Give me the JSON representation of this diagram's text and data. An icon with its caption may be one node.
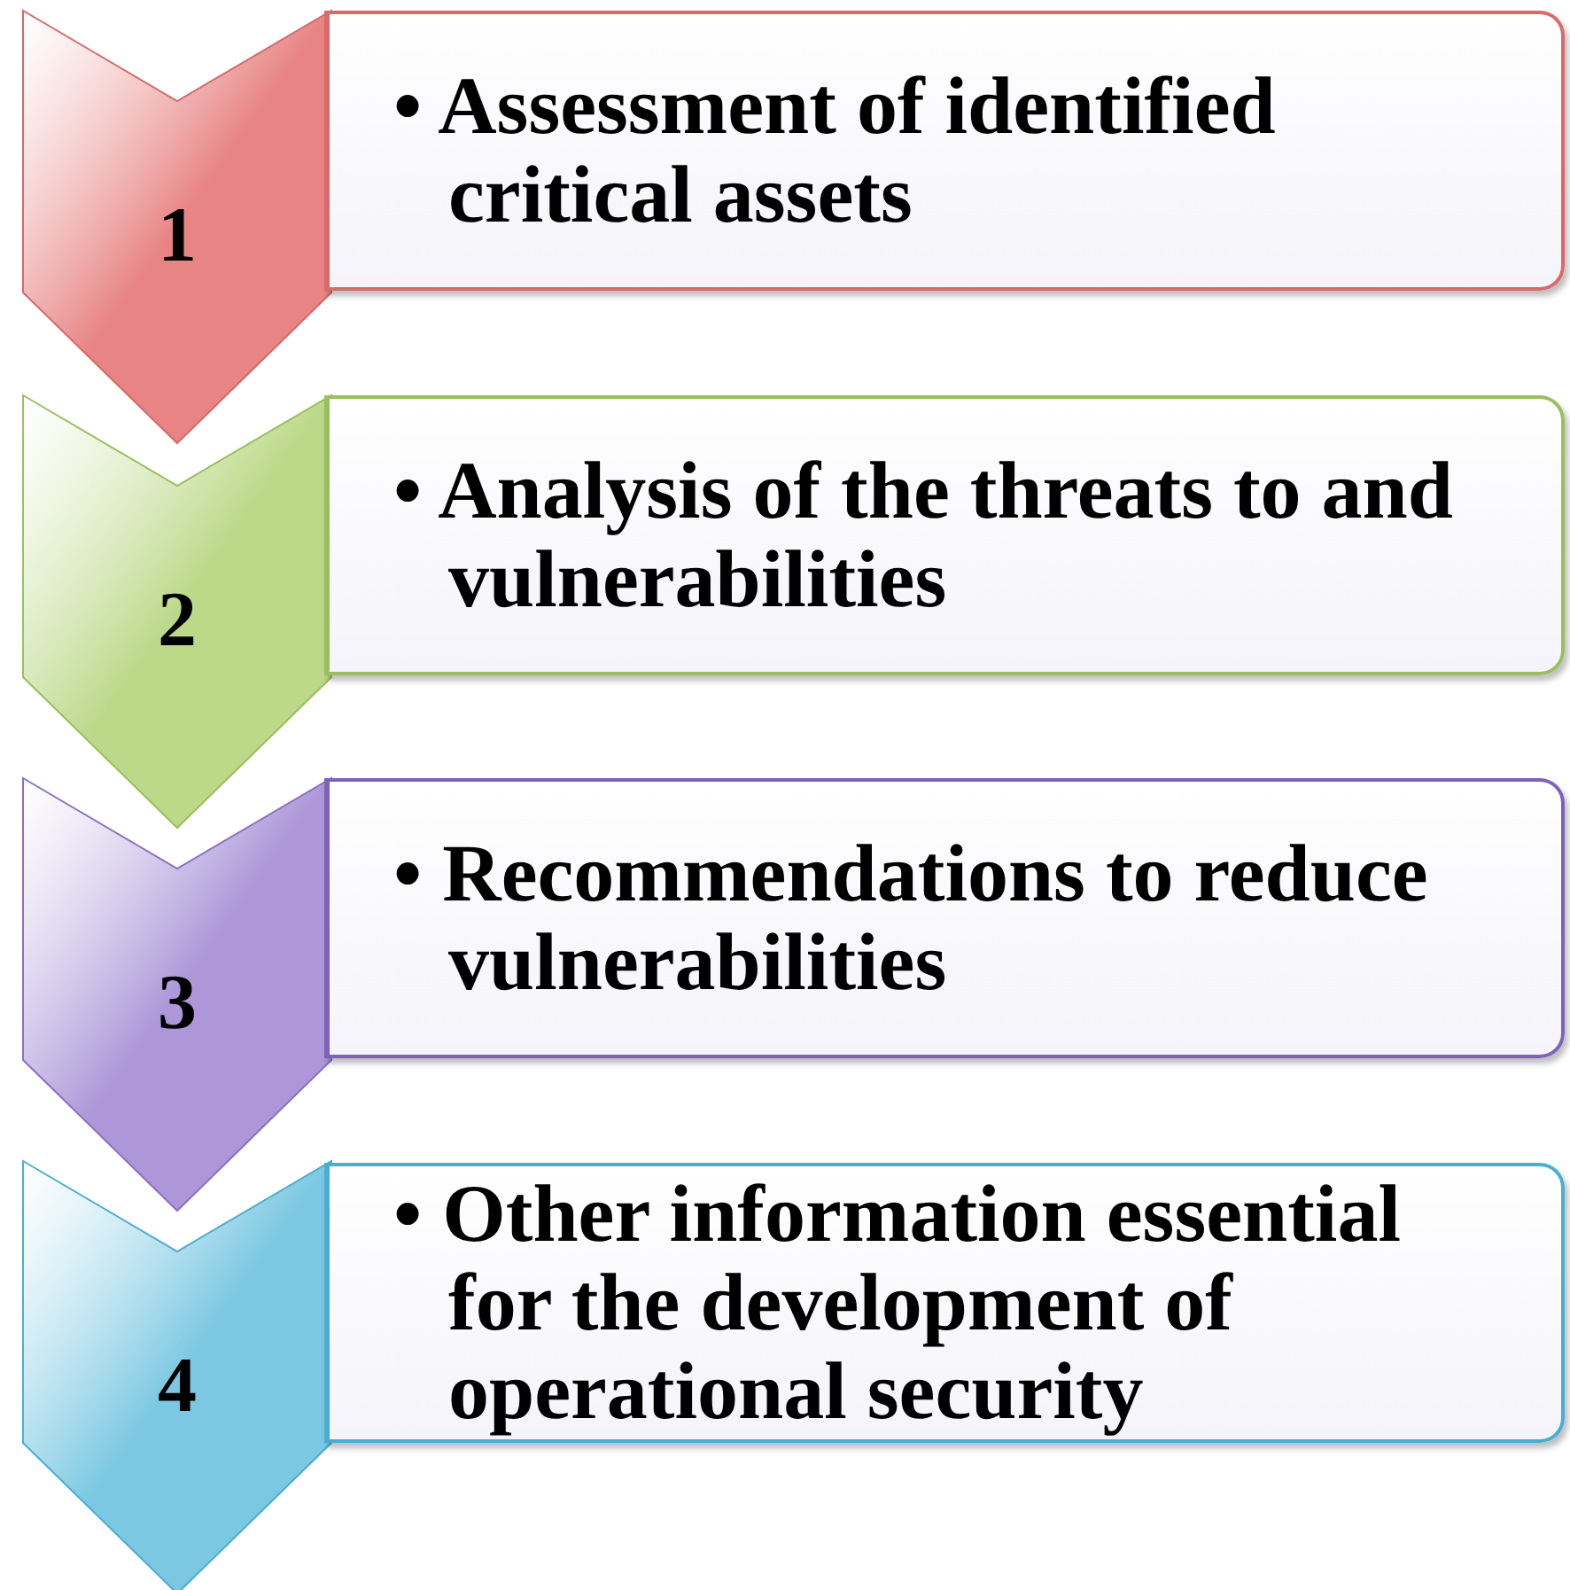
{
  "diagram": {
    "nodes": [
      {
        "text": [
          "1"
        ]
      },
      {
        "text": [
          "• Assessment of identified critical assets"
        ]
      },
      {
        "text": [
          "2"
        ]
      },
      {
        "text": [
          "• Analysis of the threats to and vulnerabilities"
        ]
      },
      {
        "text": [
          "3"
        ]
      },
      {
        "text": [
          "• Recommendations to reduce vulnerabilities"
        ]
      },
      {
        "text": [
          "4"
        ]
      },
      {
        "text": [
          "• Other information essential for the development of operational security"
        ]
      }
    ],
    "edges": []
  }
}
